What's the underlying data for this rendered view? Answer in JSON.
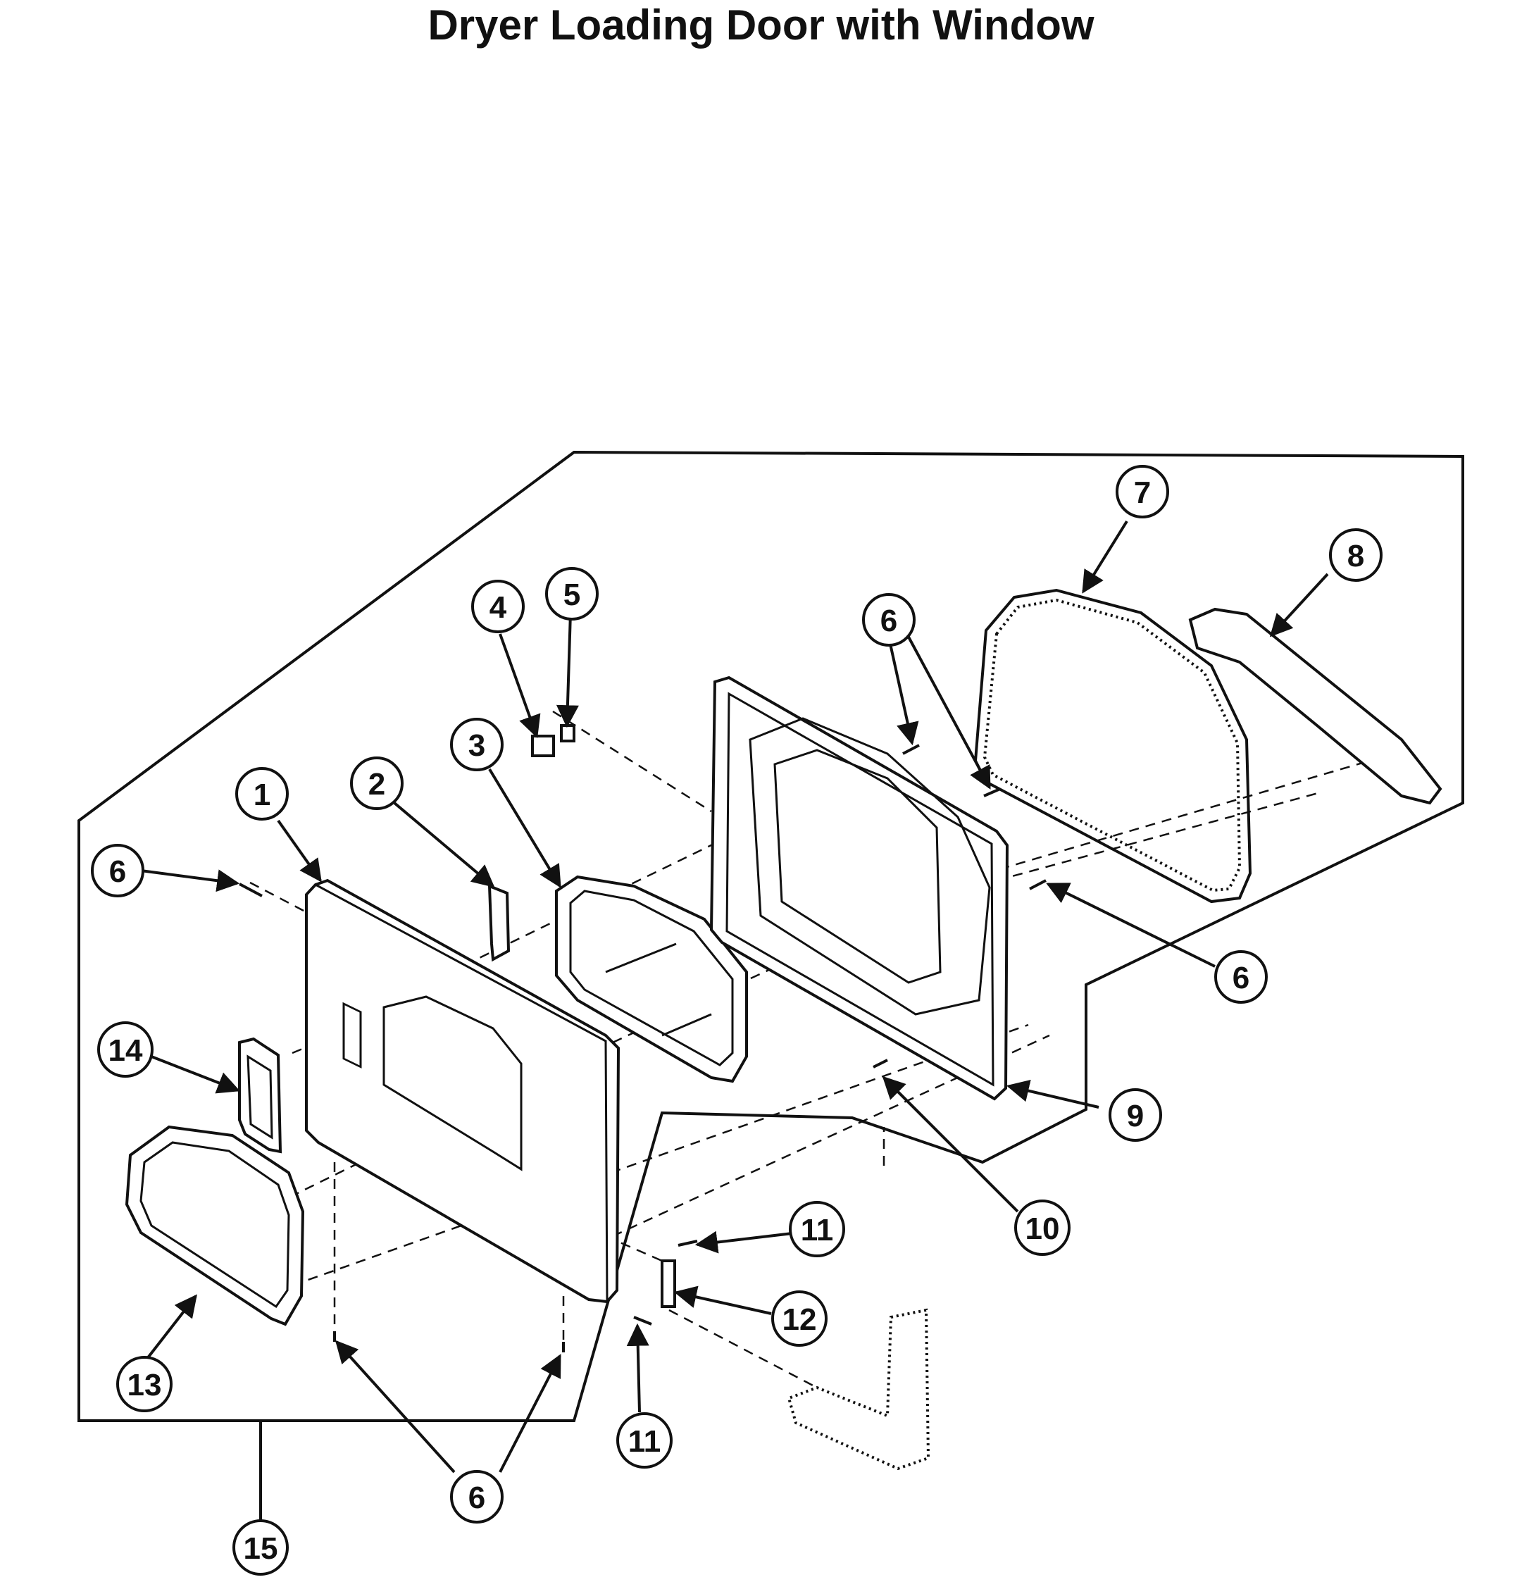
{
  "title": "Dryer Loading Door with Window",
  "callouts": [
    "1",
    "2",
    "3",
    "4",
    "5",
    "6",
    "7",
    "8",
    "9",
    "10",
    "11",
    "12",
    "13",
    "14",
    "15"
  ],
  "icons": [
    "screw-icon",
    "hinge-icon",
    "handle-icon"
  ]
}
